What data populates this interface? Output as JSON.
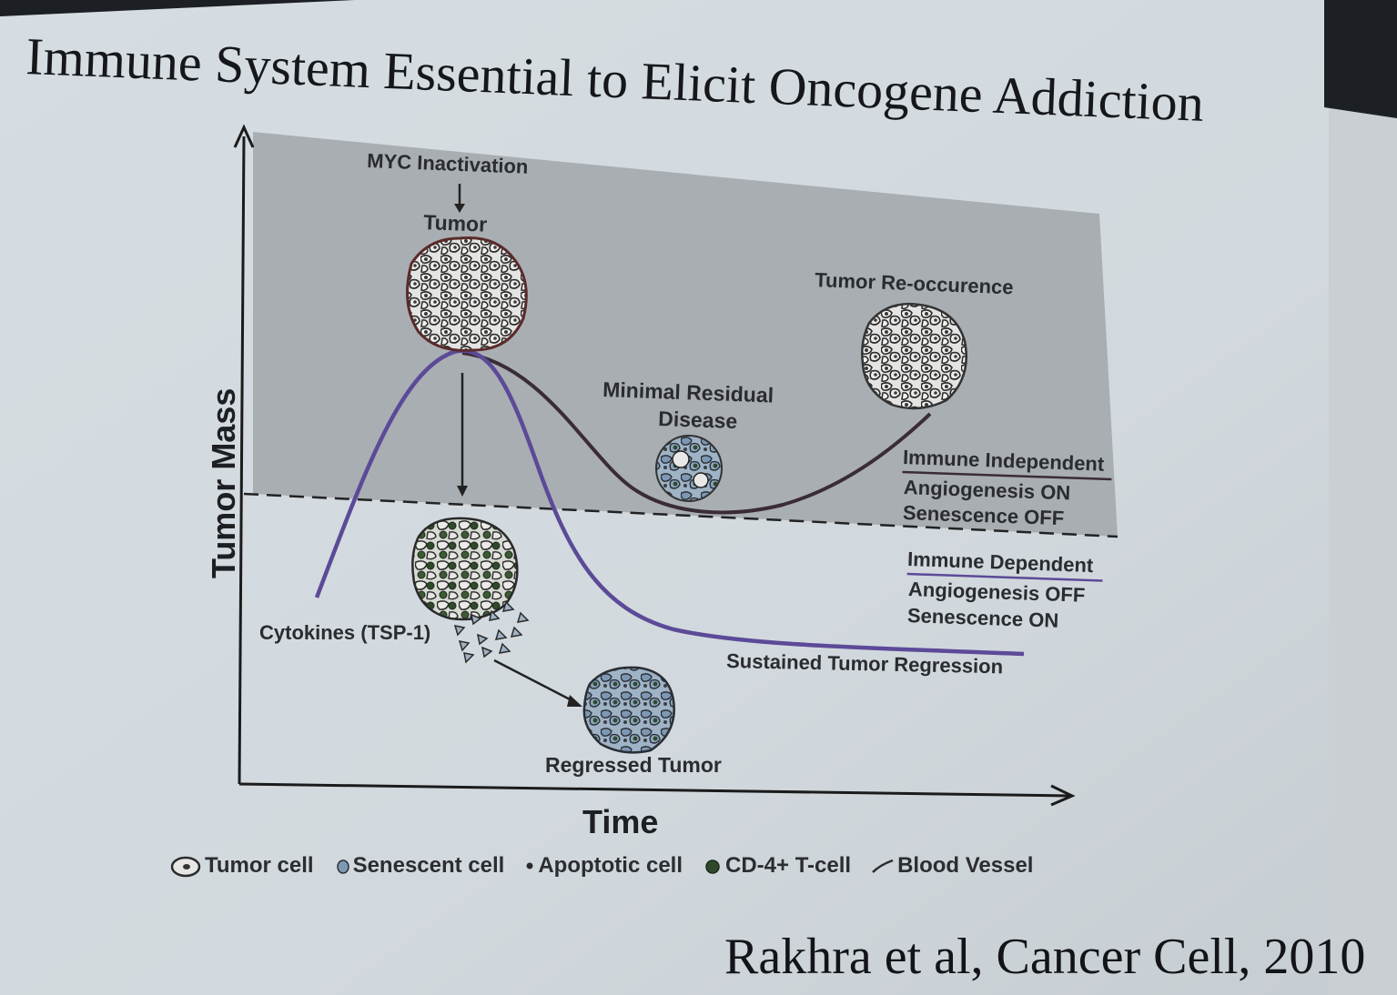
{
  "slide": {
    "title": "Immune System Essential to Elicit Oncogene Addiction",
    "citation": "Rakhra et al, Cancer Cell, 2010"
  },
  "diagram": {
    "y_axis_label": "Tumor Mass",
    "x_axis_label": "Time",
    "myc_inactivation": "MYC Inactivation",
    "tumor": "Tumor",
    "tumor_reoccurence": "Tumor Re-occurence",
    "minimal_residual_line1": "Minimal Residual",
    "minimal_residual_line2": "Disease",
    "immune_independent": {
      "heading": "Immune Independent",
      "line1": "Angiogenesis ON",
      "line2": "Senescence OFF"
    },
    "immune_dependent": {
      "heading": "Immune Dependent",
      "line1": "Angiogenesis OFF",
      "line2": "Senescence ON"
    },
    "cytokines": "Cytokines (TSP-1)",
    "sustained_regression": "Sustained Tumor Regression",
    "regressed_tumor": "Regressed Tumor"
  },
  "legend": {
    "tumor_cell": "Tumor cell",
    "senescent_cell": "Senescent cell",
    "apoptotic_cell": "Apoptotic cell",
    "cd4_tcell": "CD-4+ T-cell",
    "blood_vessel": "Blood Vessel"
  },
  "colors": {
    "slide_bg": "#d3dbe0",
    "shaded_region": "#a9aeb3",
    "immune_independent_curve": "#3a2c36",
    "immune_dependent_curve": "#5c4a98",
    "senescent_cell": "#7d98b4",
    "tcell": "#2f4a2a"
  }
}
